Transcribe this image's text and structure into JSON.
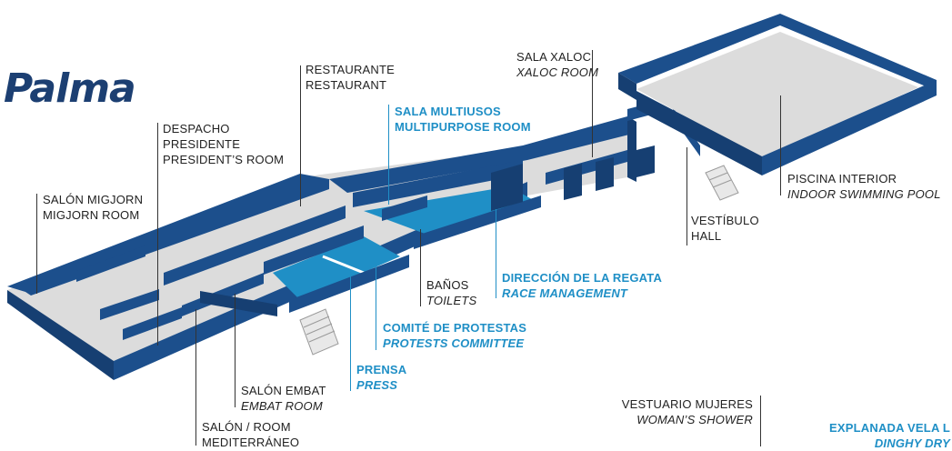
{
  "title": "Palma",
  "labels": {
    "restaurante": {
      "es": "RESTAURANTE",
      "en": "RESTAURANT"
    },
    "despacho": {
      "es1": "DESPACHO",
      "es2": "PRESIDENTE",
      "en": "PRESIDENT’S ROOM"
    },
    "migjorn": {
      "es": "SALÓN MIGJORN",
      "en": "MIGJORN ROOM"
    },
    "multiusos": {
      "es": "SALA MULTIUSOS",
      "en": "MULTIPURPOSE ROOM"
    },
    "xaloc": {
      "es": "SALA XALOC",
      "en": "XALOC ROOM"
    },
    "piscina": {
      "es": "PISCINA INTERIOR",
      "en": "INDOOR SWIMMING POOL"
    },
    "vestibulo": {
      "es": "VESTÍBULO",
      "en": "HALL"
    },
    "regata": {
      "es": "DIRECCIÓN DE LA REGATA",
      "en": "RACE  MANAGEMENT"
    },
    "banos": {
      "es": "BAÑOS",
      "en": "TOILETS"
    },
    "comite": {
      "es": "COMITÉ DE PROTESTAS",
      "en": "PROTESTS COMMITTEE"
    },
    "prensa": {
      "es": "PRENSA",
      "en": "PRESS"
    },
    "embat": {
      "es": "SALÓN EMBAT",
      "en": "EMBAT ROOM"
    },
    "mediterraneo": {
      "es1": "SALÓN / ROOM",
      "es2": "MEDITERRÁNEO"
    },
    "vestuario": {
      "es": "VESTUARIO MUJERES",
      "en": "WOMAN’S SHOWER"
    },
    "explanada": {
      "es": "EXPLANADA VELA L",
      "en": "DINGHY DRY"
    }
  },
  "colors": {
    "wall": "#1c4f8c",
    "wall_dark": "#163f72",
    "floor": "#dcdcdc",
    "highlight_room": "#1f8fc6",
    "label_blue": "#1f8fc6"
  }
}
